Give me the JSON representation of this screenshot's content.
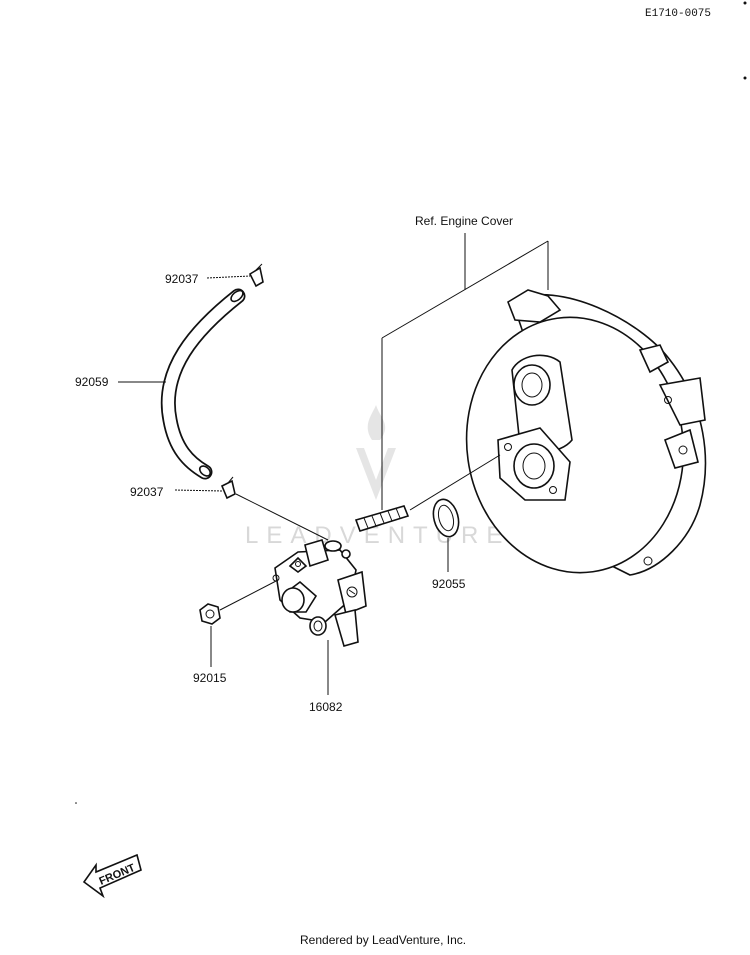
{
  "drawing_id": "E1710-0075",
  "reference_label": "Ref. Engine Cover",
  "part_numbers": {
    "hose_clamp_top": "92037",
    "fuel_hose": "92059",
    "hose_clamp_bottom": "92037",
    "o_ring": "92055",
    "nut": "92015",
    "fuel_cock": "16082"
  },
  "front_marker": "FRONT",
  "watermark": "LEADVENTURE",
  "footer": "Rendered by LeadVenture, Inc."
}
